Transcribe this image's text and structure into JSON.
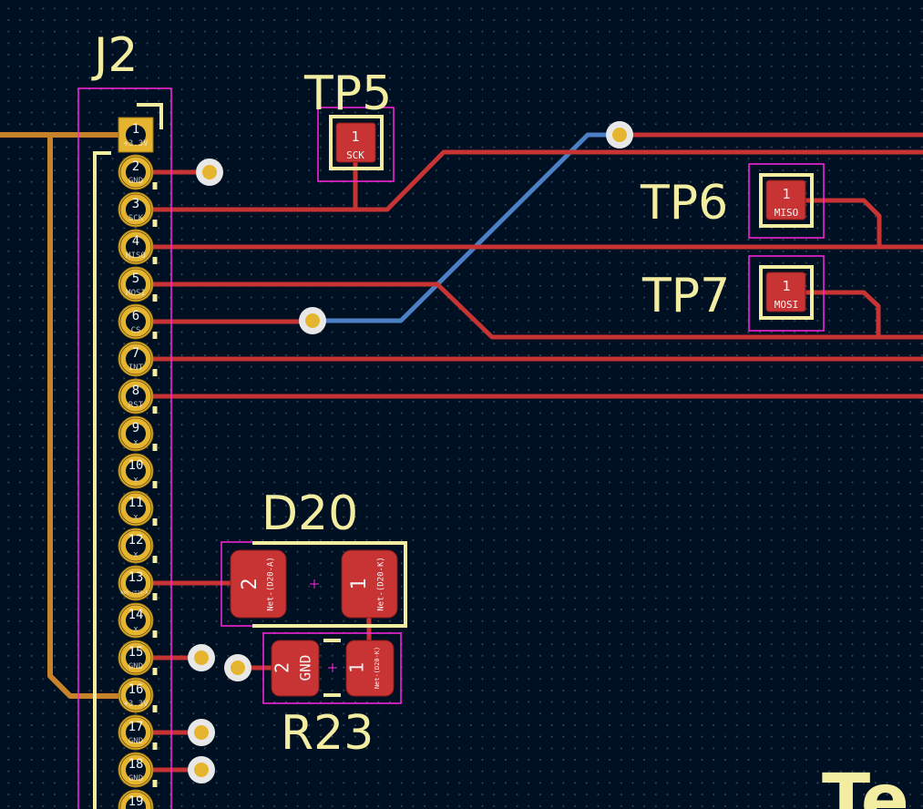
{
  "colors": {
    "background": "#001023",
    "front_copper": "#c83434",
    "back_copper": "#4d7fc4",
    "inner_copper": "#c8832a",
    "silkscreen": "#f2eda1",
    "courtyard": "#ff26e2",
    "pad": "#e6b52f"
  },
  "components": {
    "j2": {
      "ref": "J2",
      "pins": [
        {
          "num": "1",
          "net": "+3.3V"
        },
        {
          "num": "2",
          "net": "GND"
        },
        {
          "num": "3",
          "net": "SCK"
        },
        {
          "num": "4",
          "net": "MISO"
        },
        {
          "num": "5",
          "net": "MOSI"
        },
        {
          "num": "6",
          "net": "CS"
        },
        {
          "num": "7",
          "net": "INT"
        },
        {
          "num": "8",
          "net": "RST"
        },
        {
          "num": "9",
          "net": "x"
        },
        {
          "num": "10",
          "net": "x"
        },
        {
          "num": "11",
          "net": "x"
        },
        {
          "num": "12",
          "net": "x"
        },
        {
          "num": "13",
          "net": "Net-(D20-A)"
        },
        {
          "num": "14",
          "net": "x"
        },
        {
          "num": "15",
          "net": "GND"
        },
        {
          "num": "16",
          "net": "+3.3V"
        },
        {
          "num": "17",
          "net": "GND"
        },
        {
          "num": "18",
          "net": "GND"
        },
        {
          "num": "19",
          "net": ""
        }
      ]
    },
    "tp5": {
      "ref": "TP5",
      "pad": "1",
      "net": "SCK"
    },
    "tp6": {
      "ref": "TP6",
      "pad": "1",
      "net": "MISO"
    },
    "tp7": {
      "ref": "TP7",
      "pad": "1",
      "net": "MOSI"
    },
    "d20": {
      "ref": "D20",
      "pad1": "1",
      "pad1_net": "Net-(D20-K)",
      "pad2": "2",
      "pad2_net": "Net-(D20-A)"
    },
    "r23": {
      "ref": "R23",
      "pad1": "1",
      "pad1_net": "Net-(D20-K)",
      "pad2": "2",
      "pad2_net": "GND"
    },
    "partial_text": "Te"
  }
}
